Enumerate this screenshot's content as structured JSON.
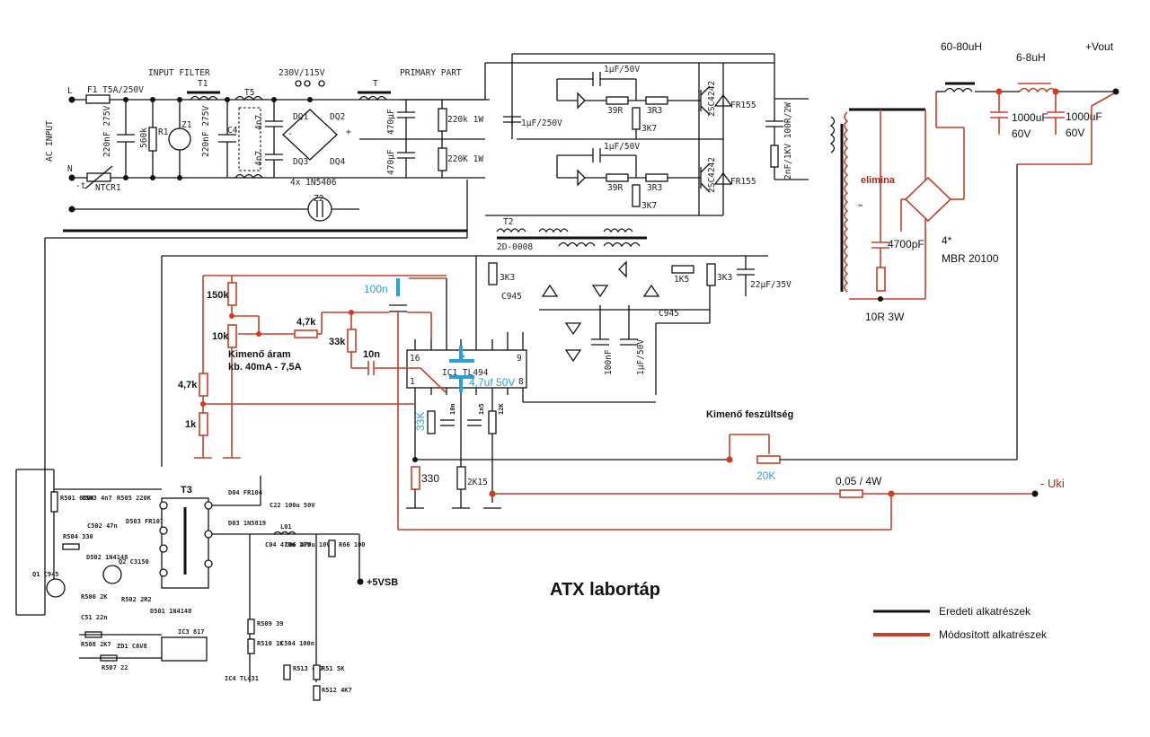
{
  "title": "ATX labortáp",
  "legend": {
    "original": "Eredeti alkatrészek",
    "modified": "Módosított alkatrészek",
    "original_color": "#111111",
    "modified_color": "#c0432a",
    "annotation_color": "#2a9fd8"
  },
  "input": {
    "section_label": "AC INPUT",
    "filter_label": "INPUT FILTER",
    "line": "L",
    "neutral": "N",
    "fuse": "F1 T5A/250V",
    "ntc": "NTCR1",
    "ntc_t": "-t",
    "cap1": "220nF 275V",
    "r1_value": "560k",
    "r1": "R1",
    "z1": "Z1",
    "cap2": "220nF 275V",
    "c4": "C4",
    "t1": "T1",
    "t5": "T5",
    "y_cap1": "4n7",
    "y_cap2": "4n7",
    "selector": "230V/115V",
    "bridge": [
      "DQ1",
      "DQ2",
      "DQ3",
      "DQ4"
    ],
    "bridge_type": "4x 1N5406",
    "minus": "-",
    "plus": "+",
    "z2": "Z2",
    "t": "T"
  },
  "primary": {
    "label": "PRIMARY PART",
    "bulk_caps": [
      "470µF",
      "470µF"
    ],
    "bleeders": [
      "220k 1W",
      "220K 1W"
    ],
    "coupling_cap": "1µF/250V",
    "drive_caps": [
      "1µF/50V",
      "1µF/50V"
    ],
    "base_r": [
      "39R",
      "39R"
    ],
    "base_r2": [
      "3R3",
      "3R3"
    ],
    "base_pulldown": [
      "3K7",
      "3K7"
    ],
    "transistors": [
      "2SC4242",
      "2SC4242"
    ],
    "fr_diodes": [
      "FR155",
      "FR155"
    ],
    "snubber": "2nF/1KV 100R/2W",
    "t2": "T2",
    "t3_label": "T3"
  },
  "secondary": {
    "inductor1": "60-80uH",
    "inductor2": "6-8uH",
    "vout": "+Vout",
    "cap1": "1000uF",
    "cap1_v": "60V",
    "cap2": "1000uF",
    "cap2_v": "60V",
    "elimina": "elimina",
    "snubber_c": "4700pF",
    "snubber_r": "10R 3W",
    "rect_count": "4*",
    "rect_type": "MBR 20100"
  },
  "driver": {
    "transformer": "2D-0008",
    "r1": "3K3",
    "r2": "3K3",
    "q1": "C945",
    "q2": "C945",
    "r3": "1K5",
    "cap": "22µF/35V",
    "cap2": "100nF",
    "cap3": "1µF/50V"
  },
  "control": {
    "ic": "IC1  TL494",
    "pin16": "16",
    "pin1": "1",
    "pin9": "9",
    "pin8": "8",
    "pin_plus": "+",
    "r150k": "150k",
    "pot10k": "10k",
    "r47k_a": "4,7k",
    "r47k_b": "4,7k",
    "r1k": "1k",
    "r33k": "33k",
    "c10n": "10n",
    "c100n": "100n",
    "current_label1": "Kimenő áram",
    "current_label2": "kb. 40mA - 7,5A",
    "c_47uf": "4,7uf 50V",
    "r33k_t": "33K",
    "c10n_t": "10n",
    "c1n5": "1n5",
    "r12k": "12K",
    "r330": "330",
    "r2k15": "2K15",
    "voltage_label": "Kimenő feszültség",
    "pot20k": "20K",
    "shunt": "0,05 / 4W",
    "uki": "- Uki"
  },
  "standby": {
    "r501": "R501 680K",
    "c503": "C503 4n7",
    "r505": "R505 220K",
    "d503": "D503 FR107",
    "c502": "C502 47n",
    "r504": "R504 330",
    "d502": "D502 1N4148",
    "q1": "Q1 C945",
    "q2": "Q2 C3150",
    "r506": "R506 2K",
    "c51": "C51 22n",
    "r502": "R502 2R2",
    "d501": "D501 1N4148",
    "r508": "R508 2K7",
    "zd1": "ZD1 C6V8",
    "r507": "R507 22",
    "ic3": "IC3 817",
    "t3": "T3",
    "d04": "D04 FR104",
    "d03": "D03 1N5819",
    "c22": "C22 100u 50V",
    "l01": "L01",
    "c04": "C04 470u 10V",
    "c06": "C06 470u 10V",
    "r66": "R66 100",
    "r509": "R509 39",
    "r510": "R510 1K",
    "c504": "C504 100n",
    "r513": "R513 4K7",
    "r51": "R51 5K",
    "r512": "R512 4K7",
    "ic4": "IC4 TL431",
    "vsb": "+5VSB"
  }
}
